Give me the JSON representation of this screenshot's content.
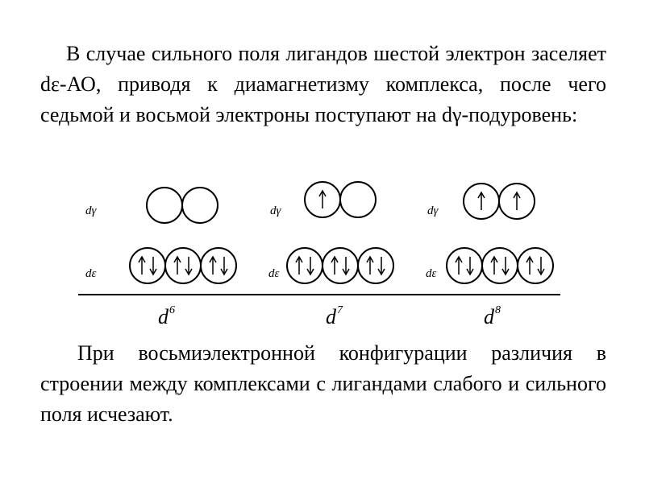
{
  "text": {
    "paragraph1": "В случае сильного поля лигандов шестой электрон заселяет dε-АО, приводя к диамагнетизму комплекса, после чего седьмой и восьмой электроны поступают на dγ-подуровень:",
    "paragraph2": "При восьмиэлектронной конфигурации различия в строении между комплексами с лигандами слабого и сильного поля исчезают."
  },
  "diagram": {
    "upper_label": "dγ",
    "lower_label": "dε",
    "groups": [
      {
        "config_base": "d",
        "config_exp": "6",
        "d_gamma": [
          "",
          ""
        ],
        "d_epsilon": [
          "updown",
          "updown",
          "updown"
        ]
      },
      {
        "config_base": "d",
        "config_exp": "7",
        "d_gamma": [
          "up",
          ""
        ],
        "d_epsilon": [
          "updown",
          "updown",
          "updown"
        ]
      },
      {
        "config_base": "d",
        "config_exp": "8",
        "d_gamma": [
          "up",
          "up"
        ],
        "d_epsilon": [
          "updown",
          "updown",
          "updown"
        ]
      }
    ]
  }
}
